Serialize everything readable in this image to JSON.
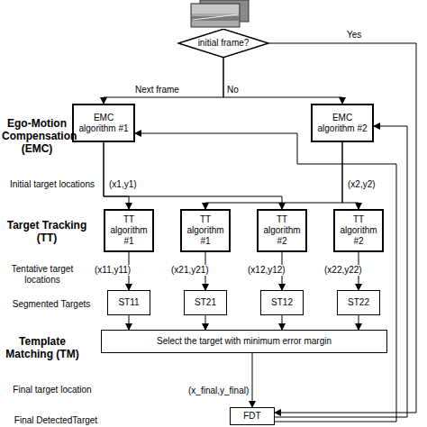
{
  "diagram": {
    "nodes": [
      {
        "text": [
          "initial frame?"
        ]
      },
      {
        "text": [
          "EMC algorithm #1"
        ]
      },
      {
        "text": [
          "EMC algorithm #2"
        ]
      },
      {
        "text": [
          "TT algorithm #1"
        ]
      },
      {
        "text": [
          "TT algorithm #1"
        ]
      },
      {
        "text": [
          "TT algorithm #2"
        ]
      },
      {
        "text": [
          "TT algorithm #2"
        ]
      },
      {
        "text": [
          "ST11"
        ]
      },
      {
        "text": [
          "ST21"
        ]
      },
      {
        "text": [
          "ST12"
        ]
      },
      {
        "text": [
          "ST22"
        ]
      },
      {
        "text": [
          "Select the target with minimum error margin"
        ]
      },
      {
        "text": [
          "FDT"
        ]
      }
    ],
    "edges": [
      {
        "from": 0,
        "to": 1,
        "arrow": "to"
      },
      {
        "from": 0,
        "to": 2,
        "arrow": "to"
      },
      {
        "from": 1,
        "to": 3,
        "arrow": "to"
      },
      {
        "from": 1,
        "to": 5,
        "arrow": "to"
      },
      {
        "from": 2,
        "to": 4,
        "arrow": "to"
      },
      {
        "from": 2,
        "to": 6,
        "arrow": "to"
      },
      {
        "from": 3,
        "to": 7,
        "arrow": "to"
      },
      {
        "from": 4,
        "to": 8,
        "arrow": "to"
      },
      {
        "from": 5,
        "to": 9,
        "arrow": "to"
      },
      {
        "from": 6,
        "to": 10,
        "arrow": "to"
      },
      {
        "from": 7,
        "to": 11,
        "arrow": "to"
      },
      {
        "from": 8,
        "to": 11,
        "arrow": "to"
      },
      {
        "from": 9,
        "to": 11,
        "arrow": "to"
      },
      {
        "from": 10,
        "to": 11,
        "arrow": "to"
      },
      {
        "from": 11,
        "to": 12,
        "arrow": "to"
      },
      {
        "from": 0,
        "to": 12,
        "arrow": "to"
      },
      {
        "from": 12,
        "to": 1,
        "arrow": "to"
      },
      {
        "from": 12,
        "to": 2,
        "arrow": "to"
      }
    ],
    "labels": [
      "Yes",
      "Next frame",
      "No",
      "Ego-Motion Compensation (EMC)",
      "Initial target locations",
      "(x1,y1)",
      "(x2,y2)",
      "Target Tracking (TT)",
      "Tentative target locations",
      "(x11,y11)",
      "(x21,y21)",
      "(x12,y12)",
      "(x22,y22)",
      "Segmented Targets",
      "Template Matching (TM)",
      "Final target location",
      "(x_final,y_final)",
      "Final DetectedTarget"
    ]
  }
}
